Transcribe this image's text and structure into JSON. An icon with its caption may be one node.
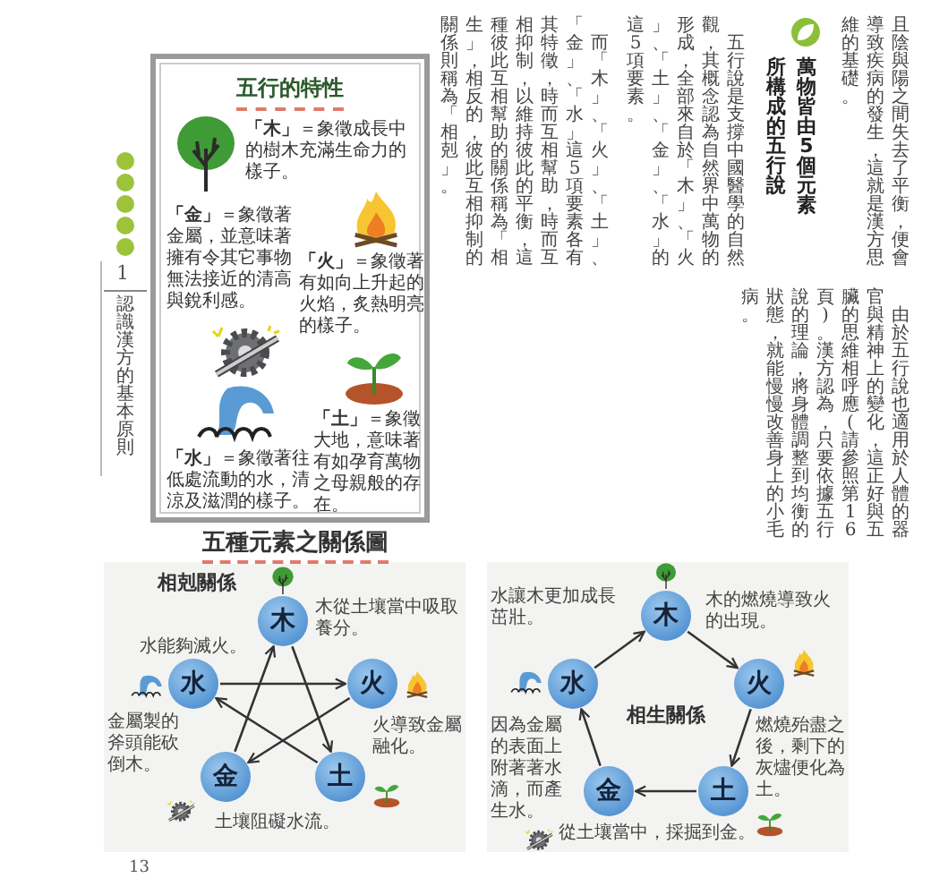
{
  "diagram": {
    "title": "五種元素之關係圖",
    "nodes": [
      {
        "text": [
          "五行的特性",
          "**「木」**＝象徵成長中的樹木充滿生命力的樣子。",
          "**「火」**＝象徵著有如向上升起的火焰，炙熱明亮的樣子。",
          "**「金」**＝象徵著金屬，並意味著擁有令其它事物無法接近的清高與銳利感。",
          "**「水」**＝象徵著往低處流動的水，清涼及滋潤的樣子。",
          "**「土」**＝象徵大地，意味著有如孕育萬物之母親般的存在。"
        ]
      },
      {
        "text": [
          "相剋關係"
        ]
      },
      {
        "text": [
          "木"
        ],
        "in": 1
      },
      {
        "text": [
          "火"
        ],
        "in": 1
      },
      {
        "text": [
          "土"
        ],
        "in": 1
      },
      {
        "text": [
          "金"
        ],
        "in": 1
      },
      {
        "text": [
          "水"
        ],
        "in": 1
      },
      {
        "text": [
          "相生關係"
        ]
      },
      {
        "text": [
          "木"
        ],
        "in": 7
      },
      {
        "text": [
          "火"
        ],
        "in": 7
      },
      {
        "text": [
          "土"
        ],
        "in": 7
      },
      {
        "text": [
          "金"
        ],
        "in": 7
      },
      {
        "text": [
          "水"
        ],
        "in": 7
      }
    ],
    "edges": [
      {
        "from": 2,
        "to": 4,
        "arrow": "to",
        "label": "木從土壤當中吸取養分。"
      },
      {
        "from": 4,
        "to": 6,
        "arrow": "to",
        "label": "土壤阻礙水流。"
      },
      {
        "from": 6,
        "to": 3,
        "arrow": "to",
        "label": "水能夠滅火。"
      },
      {
        "from": 3,
        "to": 5,
        "arrow": "to",
        "label": "火導致金屬融化。"
      },
      {
        "from": 5,
        "to": 2,
        "arrow": "to",
        "label": "金屬製的斧頭能砍倒木。"
      },
      {
        "from": 8,
        "to": 9,
        "arrow": "to",
        "label": "木的燃燒導致火的出現。"
      },
      {
        "from": 9,
        "to": 10,
        "arrow": "to",
        "label": "燃燒殆盡之後，剩下的灰燼便化為土。"
      },
      {
        "from": 10,
        "to": 11,
        "arrow": "to",
        "label": "從土壤當中，採掘到金。"
      },
      {
        "from": 11,
        "to": 12,
        "arrow": "to",
        "label": "因為金屬的表面上附著著水滴，而產生水。"
      },
      {
        "from": 12,
        "to": 8,
        "arrow": "to",
        "label": "水讓木更加成長茁壯。"
      }
    ],
    "labels": [
      "且陰與陽之間失去了平衡，便會導致疾病的發生，這就是漢方思維的基礎。",
      "萬物皆由5個元素所構成的五行說",
      "五行說是支撐中國醫學的自然觀，其概念認為自然界中萬物的形成，全部來自於「木」、「火」、「土」、「金」、「水」的這5項要素。",
      "而「木」、「火」、「土」、「金」、「水」這5項要素各有其特徵，時而互相幫助，時而互相抑制，以維持彼此的平衡，這種彼此互相幫助的關係稱為「相生」，相反的，彼此互相抑制的關係則稱為「相剋」。",
      "由於五行說也適用於人體的器官與精神上的變化，這正好與五臟的思維相呼應(請參照第16頁)。漢方認為，只要依據五行說的理論，將身體調整到均衡的狀態，就能慢慢改善身上的小毛病。",
      "1",
      "認識漢方的基本原則",
      "13"
    ]
  }
}
